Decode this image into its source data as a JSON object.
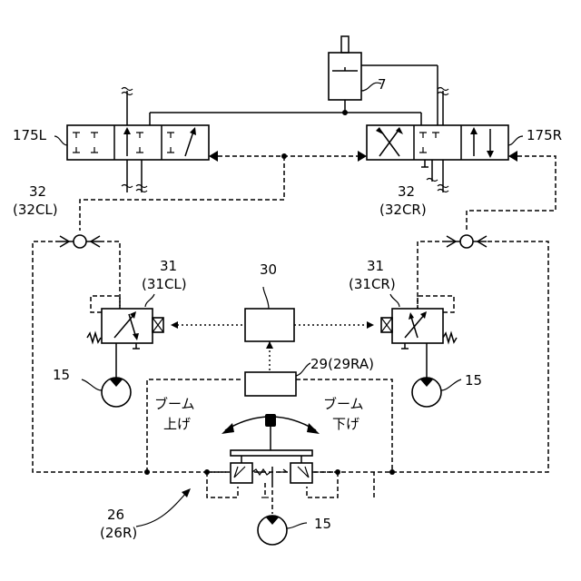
{
  "labels": {
    "cylinder": "7",
    "valve_left": "175L",
    "valve_right": "175R",
    "shuttle_left_num": "32",
    "shuttle_left_code": "(32CL)",
    "shuttle_right_num": "32",
    "shuttle_right_code": "(32CR)",
    "solenoid_left_num": "31",
    "solenoid_left_code": "(31CL)",
    "solenoid_right_num": "31",
    "solenoid_right_code": "(31CR)",
    "controller": "30",
    "sensor": "29(29RA)",
    "pump_left": "15",
    "pump_right": "15",
    "pump_bottom": "15",
    "operation_device_num": "26",
    "operation_device_code": "(26R)",
    "boom_left_line1": "ブーム",
    "boom_left_line2": "上げ",
    "boom_right_line1": "ブーム",
    "boom_right_line2": "下げ"
  }
}
